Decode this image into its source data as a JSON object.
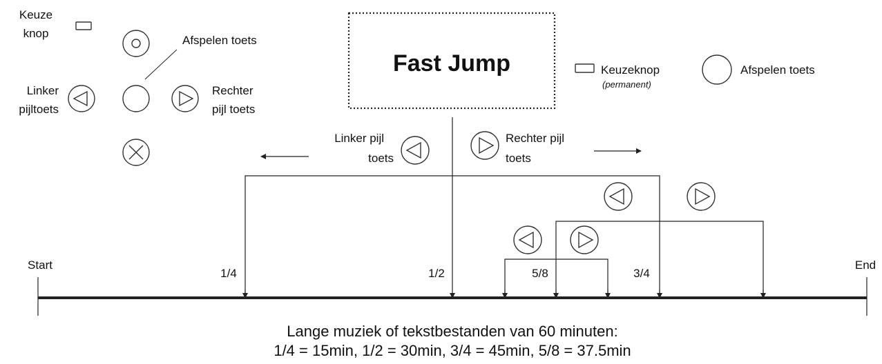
{
  "legend": {
    "select_key_label_line1": "Keuze",
    "select_key_label_line2": "knop",
    "play_key_label": "Afspelen toets",
    "left_arrow_label_line1": "Linker",
    "left_arrow_label_line2": "pijltoets",
    "right_arrow_label_line1": "Rechter",
    "right_arrow_label_line2": "pijl toets"
  },
  "mode_box": {
    "title": "Fast Jump"
  },
  "mode_legend": {
    "select_key_label": "Keuzeknop",
    "select_key_note": "(permanent)",
    "play_key_label": "Afspelen toets"
  },
  "navigation": {
    "left_label_line1": "Linker pijl",
    "left_label_line2": "toets",
    "right_label_line1": "Rechter pijl",
    "right_label_line2": "toets"
  },
  "timeline": {
    "start_label": "Start",
    "end_label": "End",
    "markers": [
      "1/4",
      "1/2",
      "5/8",
      "3/4"
    ]
  },
  "caption": {
    "line1": "Lange muziek of tekstbestanden van 60 minuten:",
    "line2": "1/4 = 15min, 1/2 = 30min, 3/4 = 45min, 5/8 = 37.5min"
  }
}
